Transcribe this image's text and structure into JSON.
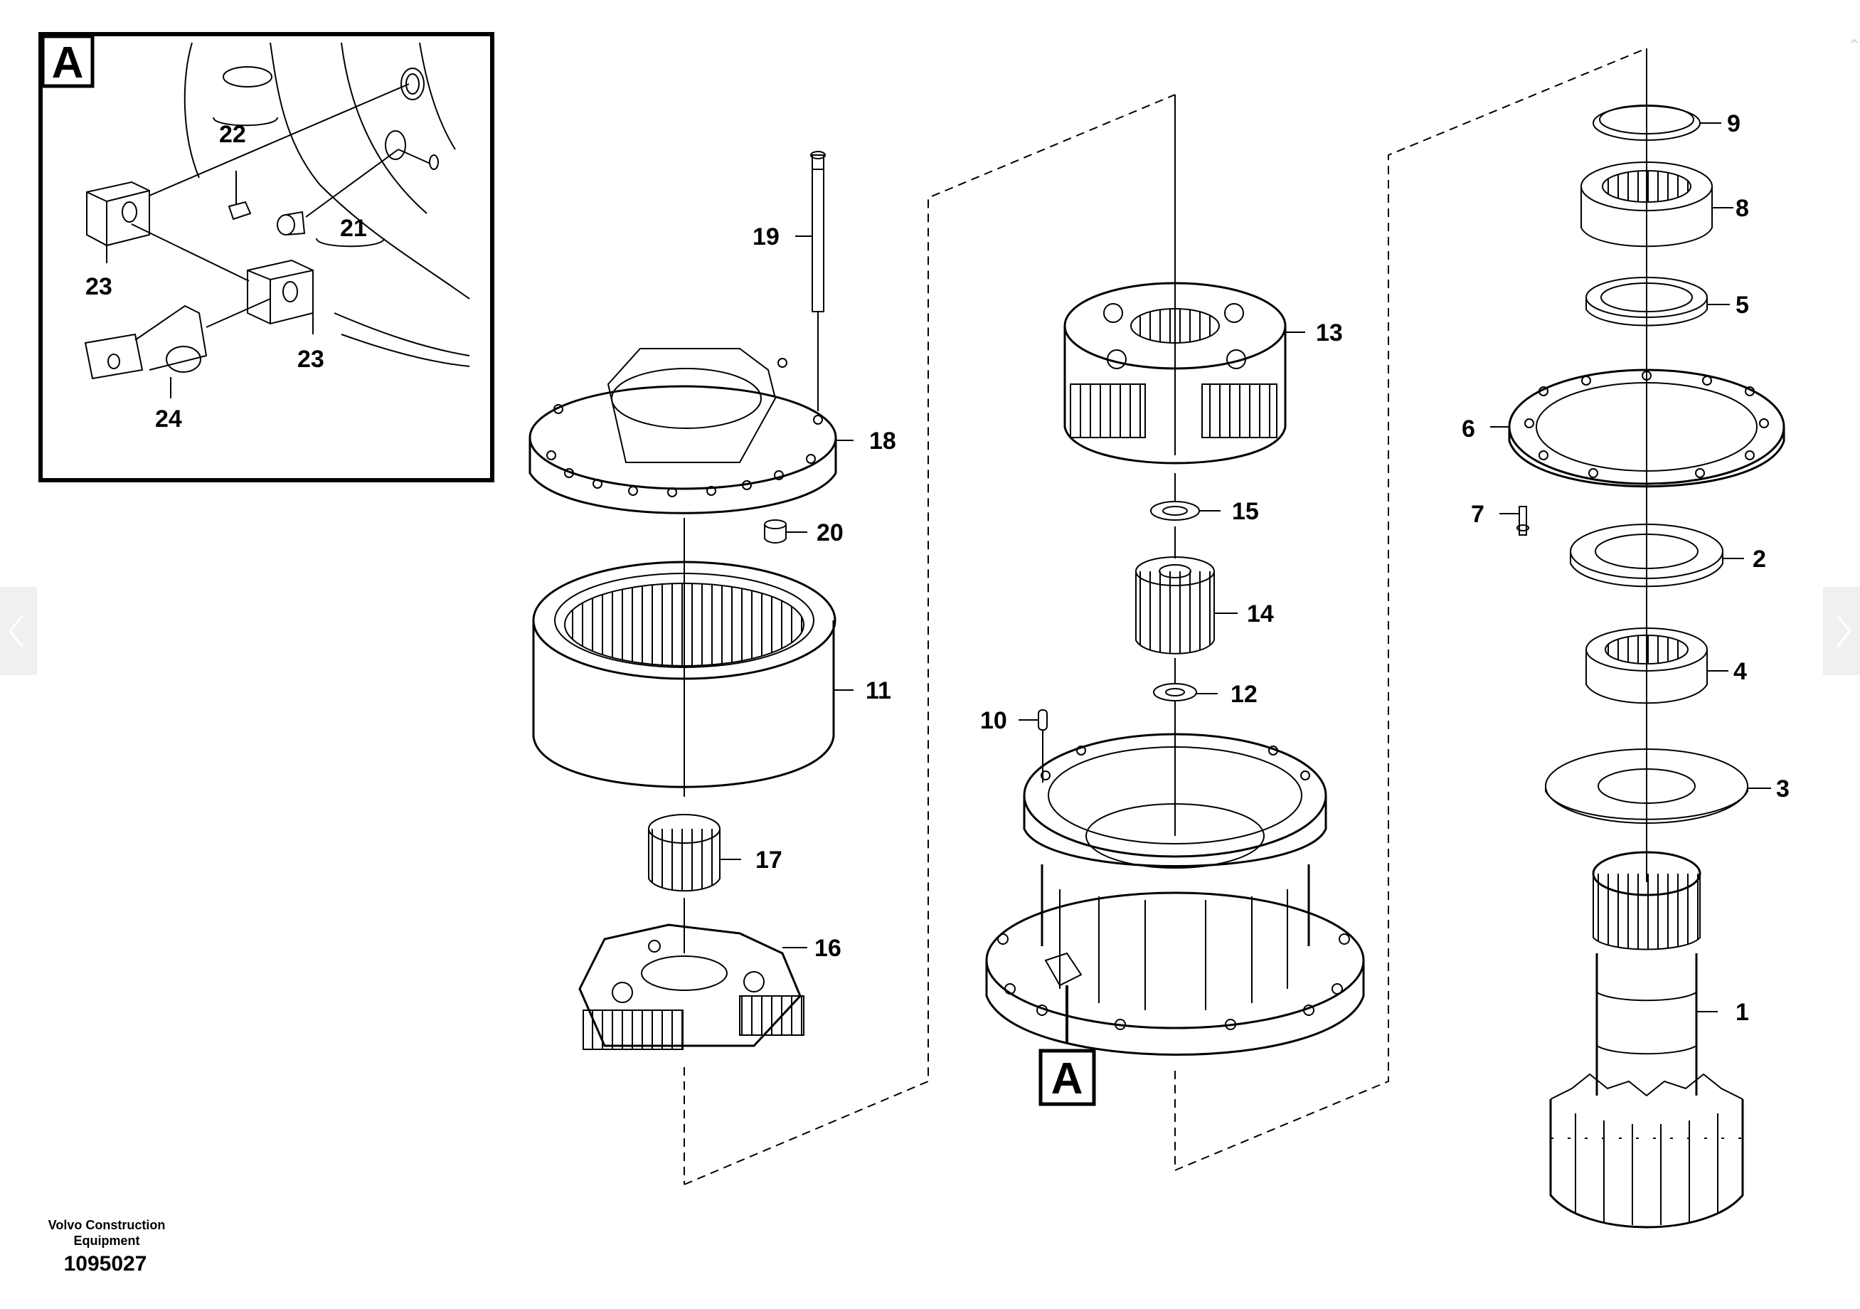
{
  "callouts": [
    "1",
    "2",
    "3",
    "4",
    "5",
    "6",
    "7",
    "8",
    "9",
    "10",
    "11",
    "12",
    "13",
    "14",
    "15",
    "16",
    "17",
    "18",
    "19",
    "20",
    "21",
    "22",
    "23",
    "23",
    "24"
  ],
  "detail": {
    "letter": "A"
  },
  "footer": {
    "company_line1": "Volvo Construction",
    "company_line2": "Equipment",
    "doc_number": "1095027"
  },
  "nav": {
    "prev_icon": "chevron-left-icon",
    "next_icon": "chevron-right-icon"
  },
  "colors": {
    "line": "#000000",
    "nav_bg": "#f0f0f0",
    "nav_glyph": "#ffffff"
  }
}
